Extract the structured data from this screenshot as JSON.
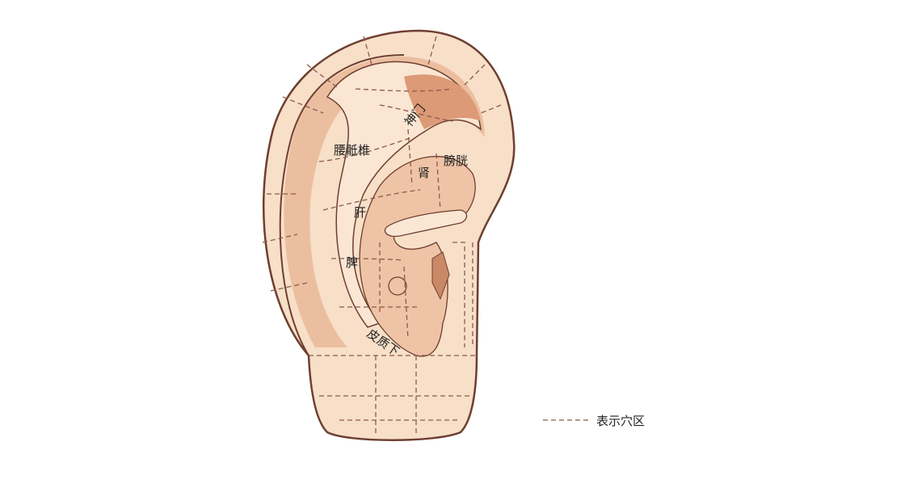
{
  "labels": {
    "shenmen": "神门",
    "yaodizhui": "腰骶椎",
    "shen": "肾",
    "pangguang": "膀胱",
    "gan": "肝",
    "pi": "脾",
    "pizhixia": "皮质下"
  },
  "legend": {
    "text": "表示穴区",
    "line_style": "dashed"
  },
  "colors": {
    "skin": "#f7dfc8",
    "shade": "#e2a57f",
    "outline": "#6e3f30"
  }
}
